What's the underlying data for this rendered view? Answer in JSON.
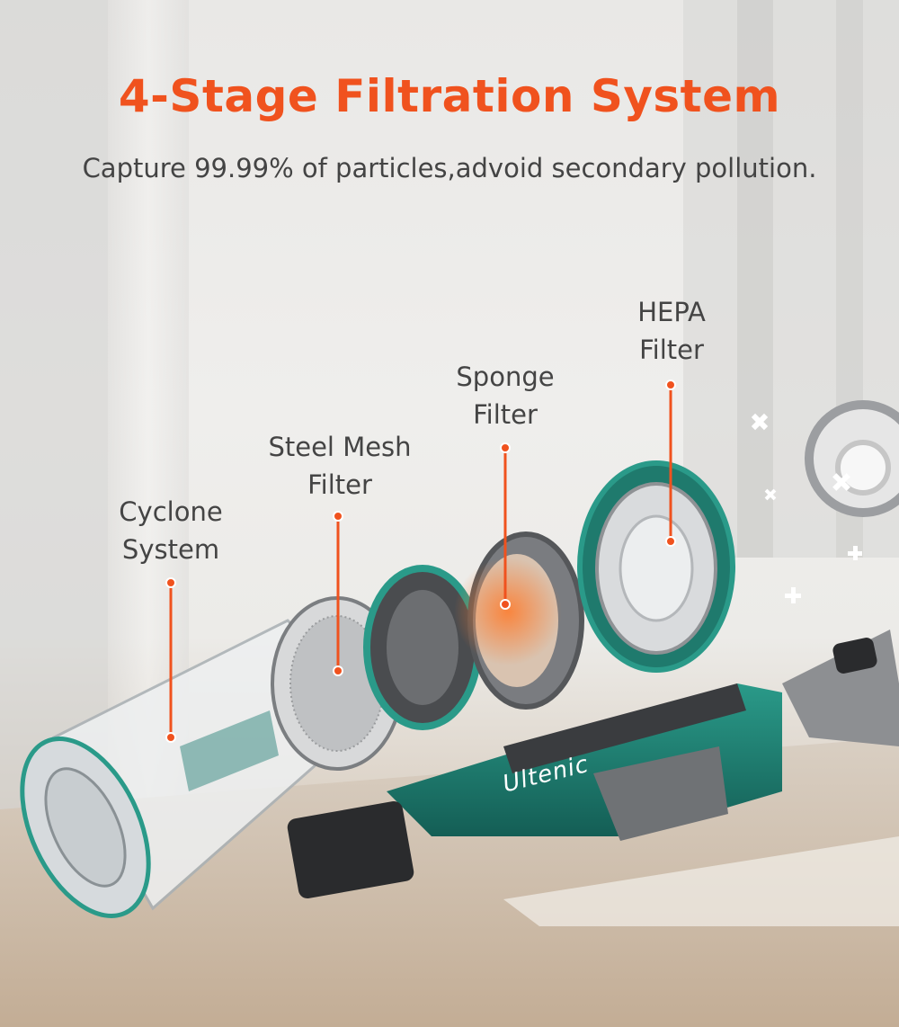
{
  "heading": {
    "title": "4-Stage Filtration System",
    "subtitle": "Capture 99.99% of particles,advoid secondary pollution."
  },
  "callouts": [
    {
      "line1": "Cyclone",
      "line2": "System"
    },
    {
      "line1": "Steel Mesh",
      "line2": "Filter"
    },
    {
      "line1": "Sponge",
      "line2": "Filter"
    },
    {
      "line1": "HEPA",
      "line2": "Filter"
    }
  ],
  "product": {
    "brand": "Ultenic"
  },
  "colors": {
    "title": "#f0521e",
    "text": "#444444",
    "pointer": "#f0521e",
    "accent_teal": "#1e8576"
  }
}
